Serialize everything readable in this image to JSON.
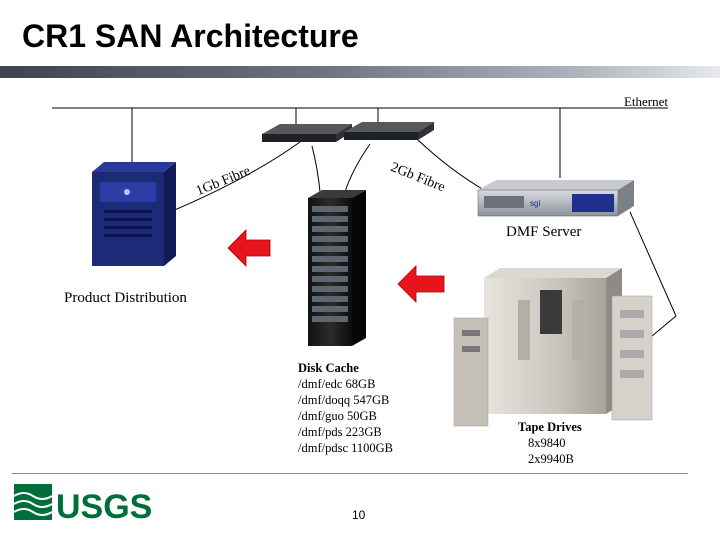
{
  "slide": {
    "title": "CR1 SAN Architecture",
    "page_number": "10"
  },
  "network": {
    "ethernet_label": "Ethernet",
    "fibre_1gb_label": "1Gb Fibre",
    "fibre_2gb_label": "2Gb Fibre"
  },
  "components": {
    "dmf_server_label": "DMF Server",
    "product_distribution_label": "Product Distribution"
  },
  "disk_cache": {
    "heading": "Disk Cache",
    "entries": [
      "/dmf/edc 68GB",
      "/dmf/doqq 547GB",
      "/dmf/guo 50GB",
      "/dmf/pds 223GB",
      "/dmf/pdsc 1100GB"
    ]
  },
  "tape_drives": {
    "heading": "Tape Drives",
    "entries": [
      "8x9840",
      "2x9940B"
    ]
  },
  "logo": {
    "text": "USGS"
  },
  "colors": {
    "arrow_red": "#e8141c",
    "server_blue": "#1d2a78"
  }
}
